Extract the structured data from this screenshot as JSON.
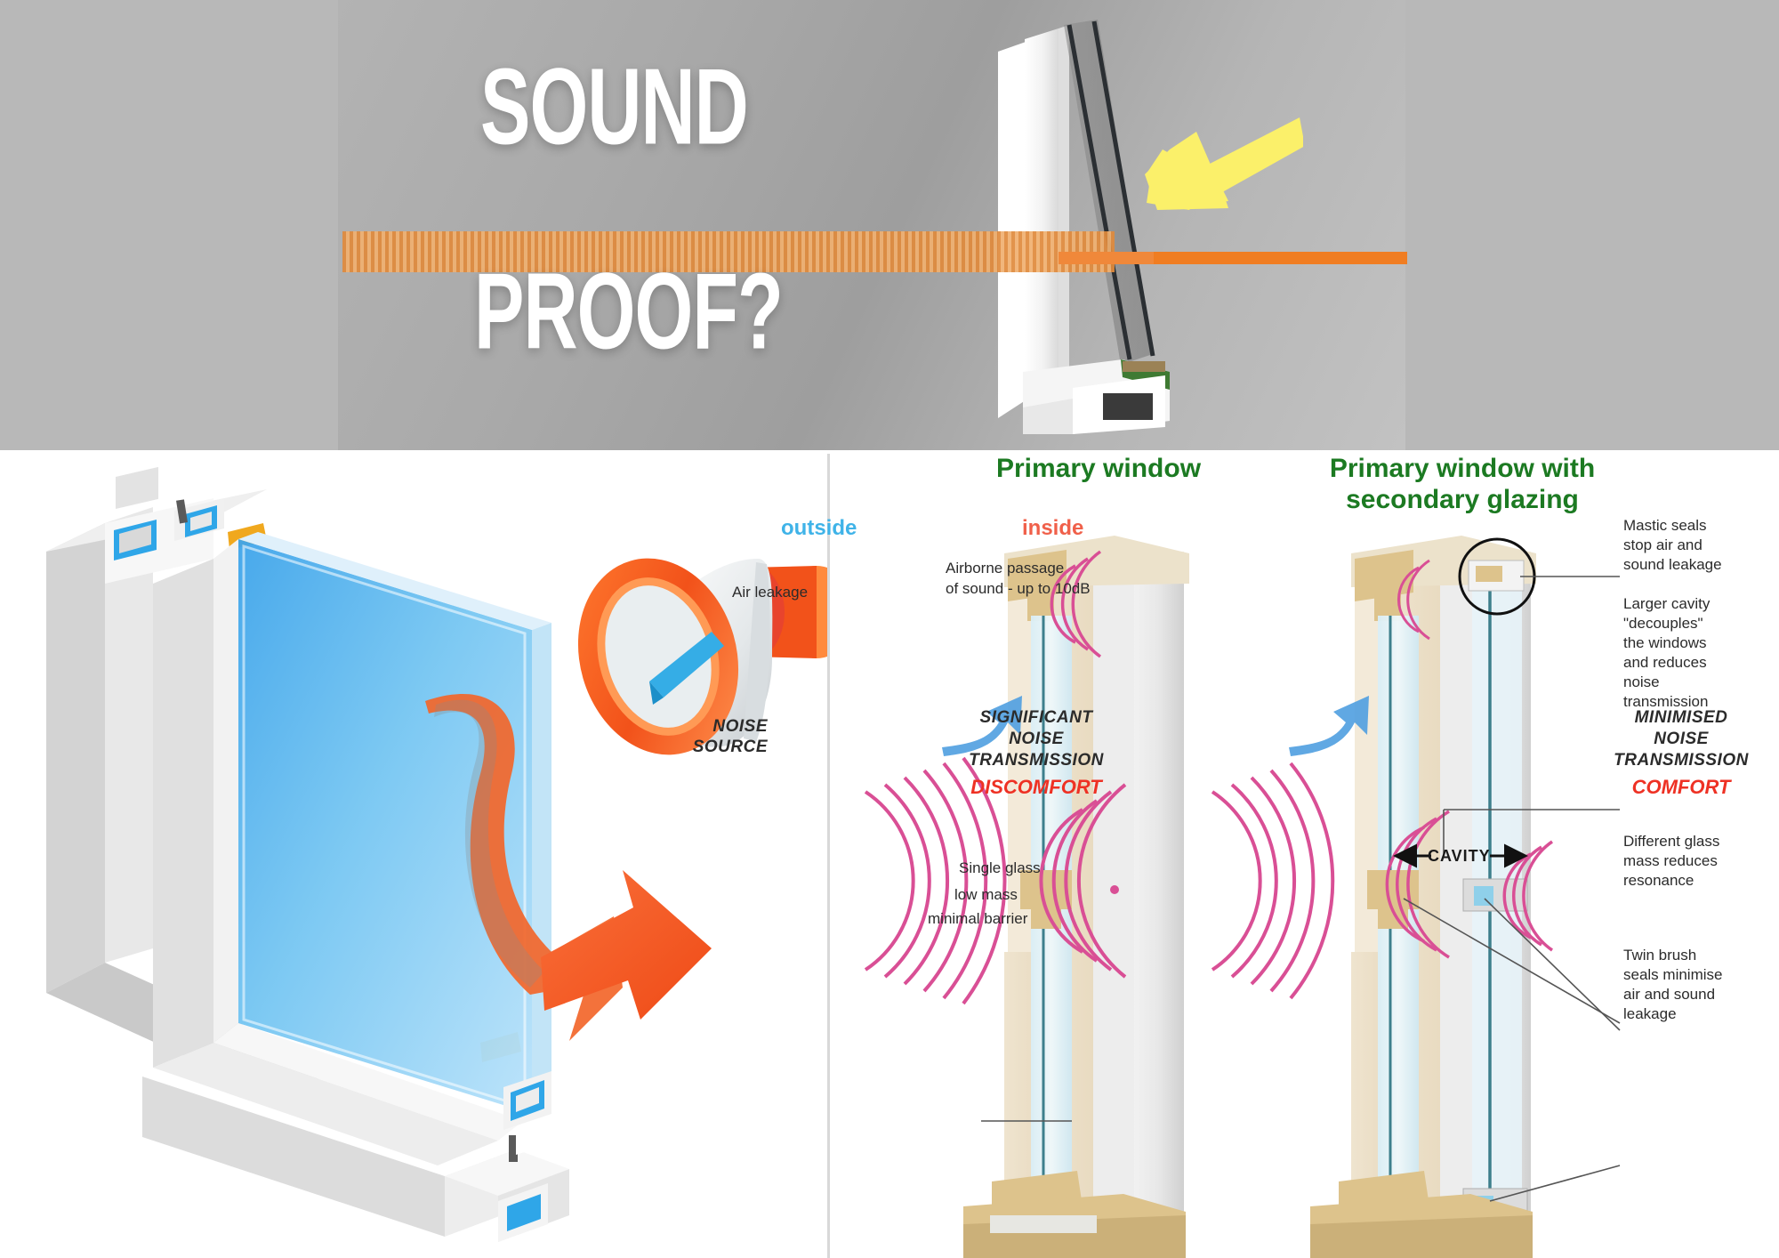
{
  "hero": {
    "line1": "SOUND",
    "line2": "PROOF?",
    "accent_orange": "#e08a3c",
    "accent_solid_orange": "#f07d22",
    "arrow_yellow": "#fbf06a",
    "background": "#aaaaaa"
  },
  "bottom_left": {
    "alt": "window-profile-with-megaphone-illustration",
    "megaphone_color": "#f2672a",
    "glass_color": "#5fb6ef",
    "arrow_color": "#f05523"
  },
  "diagram": {
    "headings": {
      "primary": "Primary window",
      "secondary": "Primary window with\nsecondary glazing",
      "secondary_line1": "Primary window with",
      "secondary_line2": "secondary glazing",
      "heading_color": "#1c7a22"
    },
    "orientation": {
      "outside": "outside",
      "inside": "inside",
      "outside_color": "#3fb3e8",
      "inside_color": "#f0604a"
    },
    "annotations": {
      "air_leakage": "Air leakage",
      "airborne_passage_line1": "Airborne passage",
      "airborne_passage_line2": "of sound - up to 10dB",
      "noise_source_line1": "NOISE",
      "noise_source_line2": "SOURCE",
      "single_glass": "Single glass",
      "low_mass": "low mass",
      "minimal_barrier": "minimal barrier",
      "cavity": "CAVITY",
      "mastic_line1": "Mastic seals",
      "mastic_line2": "stop air and",
      "mastic_line3": "sound leakage",
      "larger_cavity_line1": "Larger cavity",
      "larger_cavity_line2": "\"decouples\"",
      "larger_cavity_line3": "the windows",
      "larger_cavity_line4": "and reduces",
      "larger_cavity_line5": "noise",
      "larger_cavity_line6": "transmission",
      "diff_glass_line1": "Different glass",
      "diff_glass_line2": "mass reduces",
      "diff_glass_line3": "resonance",
      "twin_brush_line1": "Twin brush",
      "twin_brush_line2": "seals minimise",
      "twin_brush_line3": "air and sound",
      "twin_brush_line4": "leakage"
    },
    "verdicts": {
      "left_line1": "SIGNIFICANT",
      "left_line2": "NOISE",
      "left_line3": "TRANSMISSION",
      "left_status": "DISCOMFORT",
      "right_line1": "MINIMISED",
      "right_line2": "NOISE",
      "right_line3": "TRANSMISSION",
      "right_status": "COMFORT",
      "status_color": "#ee3124",
      "wave_color": "#d94f95"
    }
  }
}
